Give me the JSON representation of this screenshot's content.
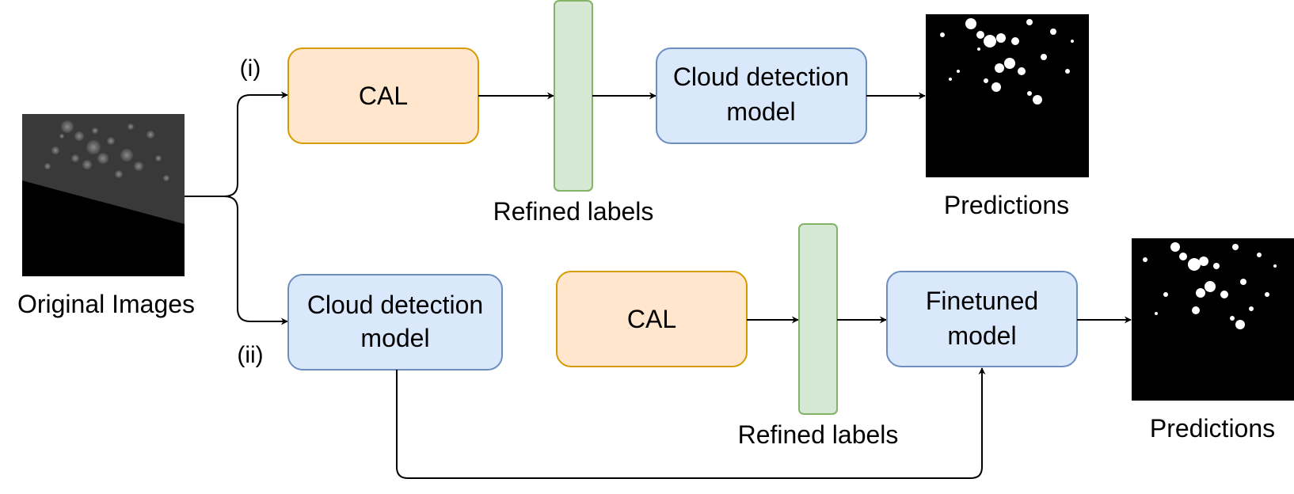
{
  "original": {
    "label": "Original Images"
  },
  "branches": [
    {
      "marker": "(i)",
      "cal_label": "CAL",
      "refined_label": "Refined labels",
      "model_label_line1": "Cloud detection",
      "model_label_line2": "model",
      "predictions_label": "Predictions"
    },
    {
      "marker": "(ii)",
      "model_label_line1": "Cloud detection",
      "model_label_line2": "model",
      "cal_label": "CAL",
      "refined_label": "Refined labels",
      "finetuned_label_line1": "Finetuned",
      "finetuned_label_line2": "model",
      "predictions_label": "Predictions"
    }
  ],
  "colors": {
    "cal_fill": "#ffe6cc",
    "cal_stroke": "#d79b00",
    "model_fill": "#dae8fc",
    "model_stroke": "#6c8ebf",
    "labels_fill": "#d5e8d4",
    "labels_stroke": "#82b366"
  }
}
